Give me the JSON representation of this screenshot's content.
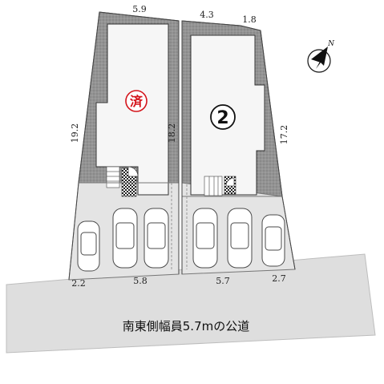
{
  "road": {
    "label": "南東側幅員5.7mの公道"
  },
  "lots": [
    {
      "id": "left",
      "marker": "済",
      "marker_color": "#d4141b"
    },
    {
      "id": "right",
      "marker": "2"
    }
  ],
  "dimensions": {
    "top_left": "5.9",
    "top_mid": "4.3",
    "top_right": "1.8",
    "left_side": "19.2",
    "mid_side": "18.2",
    "right_side": "17.2",
    "bottom_1": "2.2",
    "bottom_2": "5.8",
    "bottom_3": "5.7",
    "bottom_4": "2.7"
  },
  "compass": {
    "label": "N"
  },
  "colors": {
    "setback": "#8e8e8e",
    "parking": "#e4e4e4",
    "building": "#f5f5f5",
    "road": "#dedede"
  }
}
